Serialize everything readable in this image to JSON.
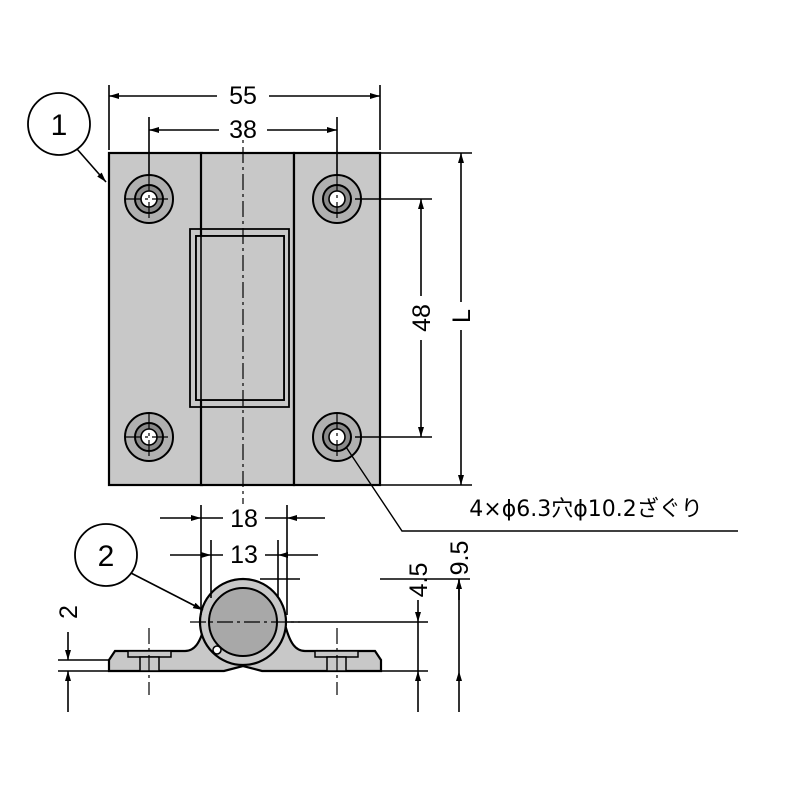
{
  "callouts": {
    "part1": "1",
    "part2": "2"
  },
  "dimensions": {
    "overall_width": "55",
    "hole_pitch_x": "38",
    "hole_pitch_y": "48",
    "length": "L",
    "knuckle_outer": "18",
    "knuckle_inner": "13",
    "leaf_thickness": "2",
    "axis_height": "4.5",
    "overall_height": "9.5"
  },
  "note": "4×ϕ6.3穴ϕ10.2ざぐり",
  "colors": {
    "metal": "#c8c8c8",
    "line": "#000000"
  }
}
